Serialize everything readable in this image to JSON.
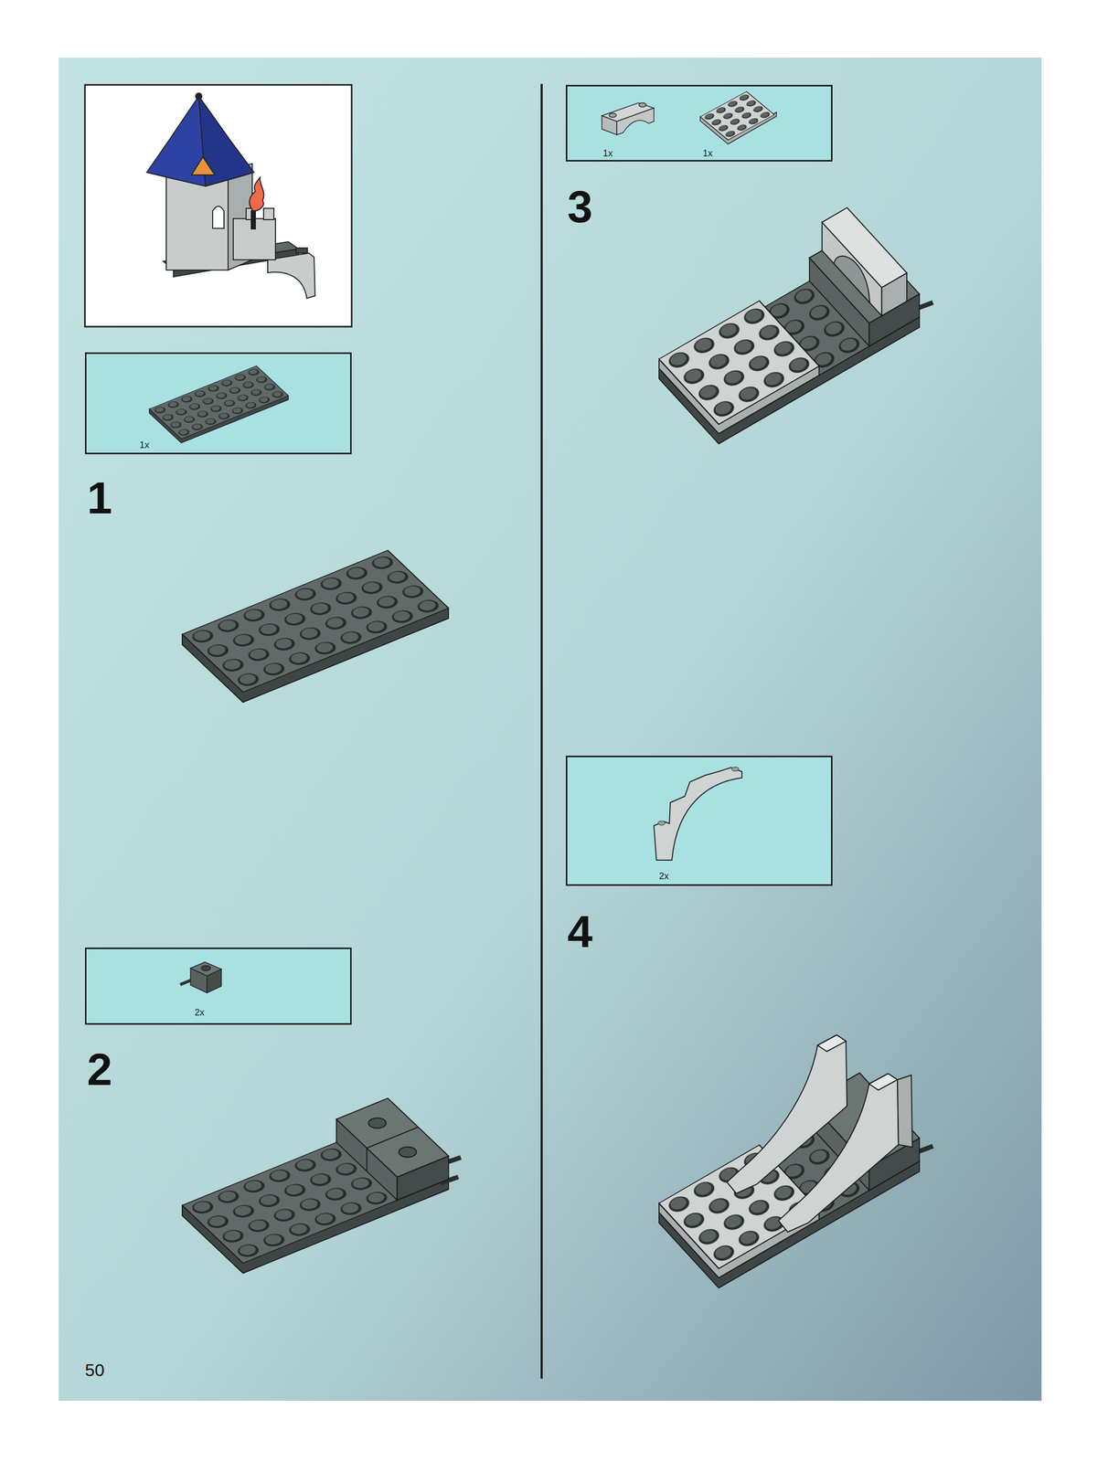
{
  "diagram": {
    "nodes": [
      {
        "text": [
          "1x"
        ]
      },
      {
        "text": [
          "2x"
        ]
      },
      {
        "text": [
          "1x",
          "1x"
        ]
      },
      {
        "text": [
          "2x"
        ]
      }
    ],
    "labels": [
      "1",
      "2",
      "3",
      "4",
      "50"
    ]
  }
}
